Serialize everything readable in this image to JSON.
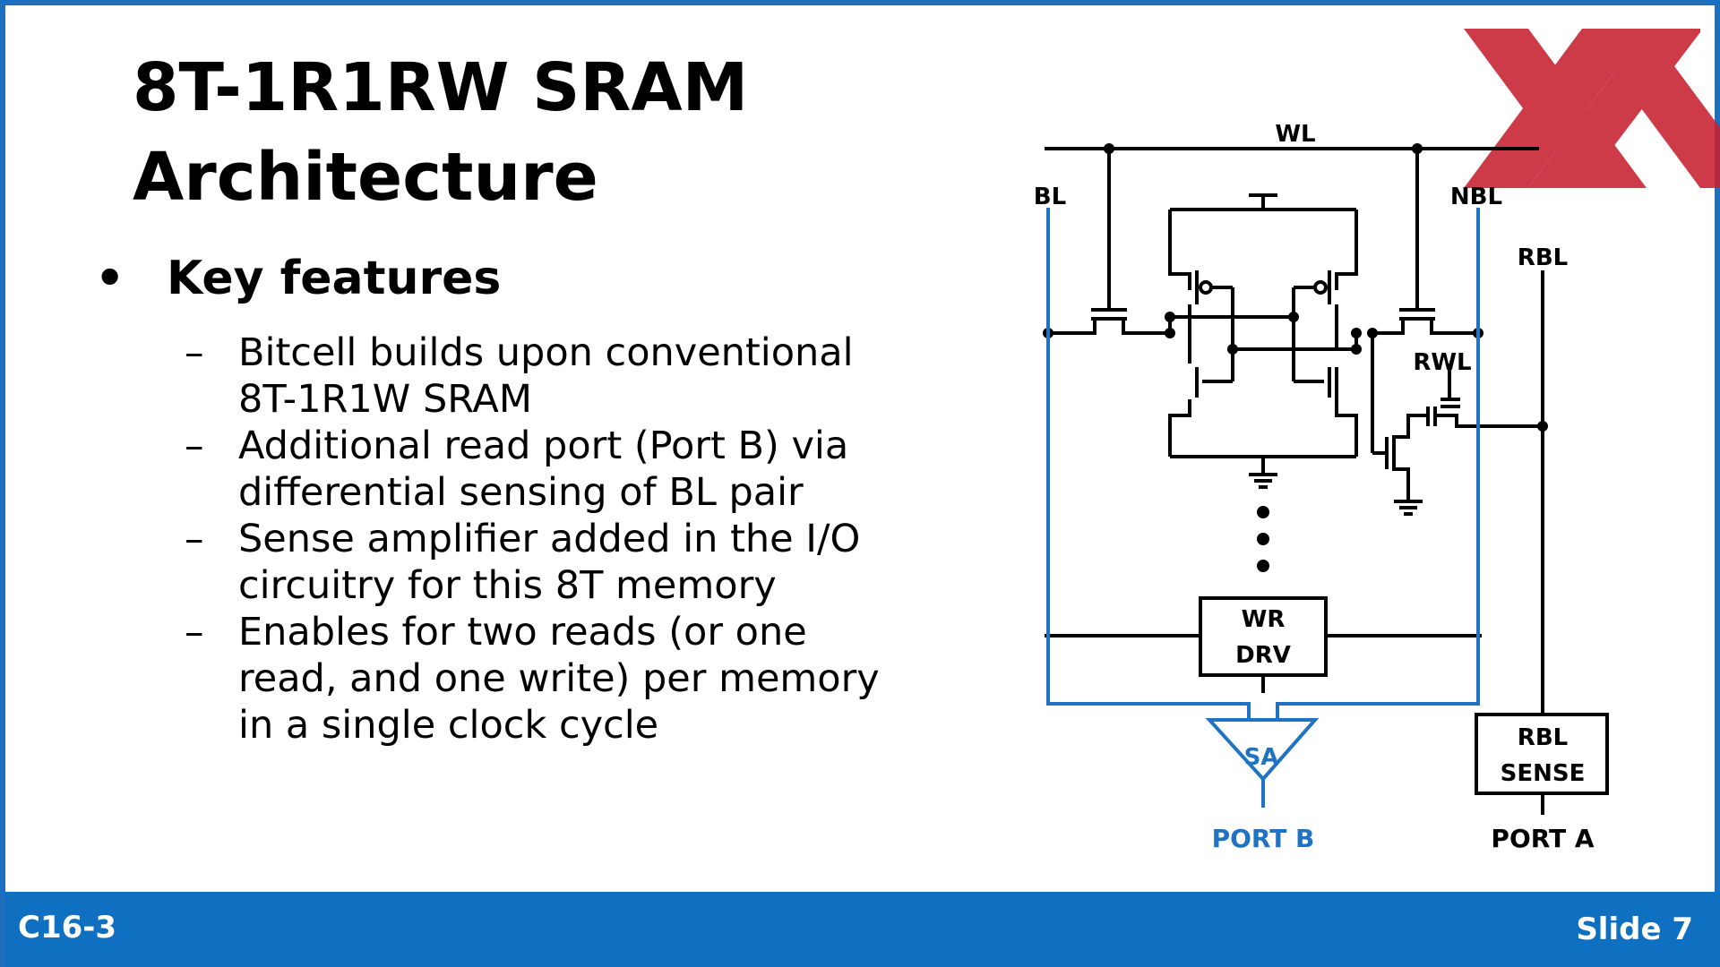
{
  "title": {
    "line1": "8T-1R1RW SRAM",
    "line2": "Architecture"
  },
  "bullet": {
    "marker": "•",
    "heading": "Key features"
  },
  "sub_marker": "–",
  "features": [
    "Bitcell builds upon conventional 8T-1R1W SRAM",
    "Additional read port (Port B) via differential sensing of BL pair",
    "Sense amplifier added in the I/O circuitry for this 8T memory",
    "Enables for two reads (or one read, and one write) per memory in a single clock cycle"
  ],
  "diagram": {
    "wl": "WL",
    "bl": "BL",
    "nbl": "NBL",
    "rbl": "RBL",
    "rwl": "RWL",
    "wr_drv_1": "WR",
    "wr_drv_2": "DRV",
    "sa": "SA",
    "rbl_sense_1": "RBL",
    "rbl_sense_2": "SENSE",
    "port_b": "PORT B",
    "port_a": "PORT A"
  },
  "footer": {
    "left": "C16-3",
    "right": "Slide 7"
  },
  "colors": {
    "accent": "#0f6fc0",
    "bitline_blue": "#1f73c2",
    "logo_red": "#c8202f"
  },
  "logo": {
    "text": "XX",
    "description": "red double-X logo"
  }
}
